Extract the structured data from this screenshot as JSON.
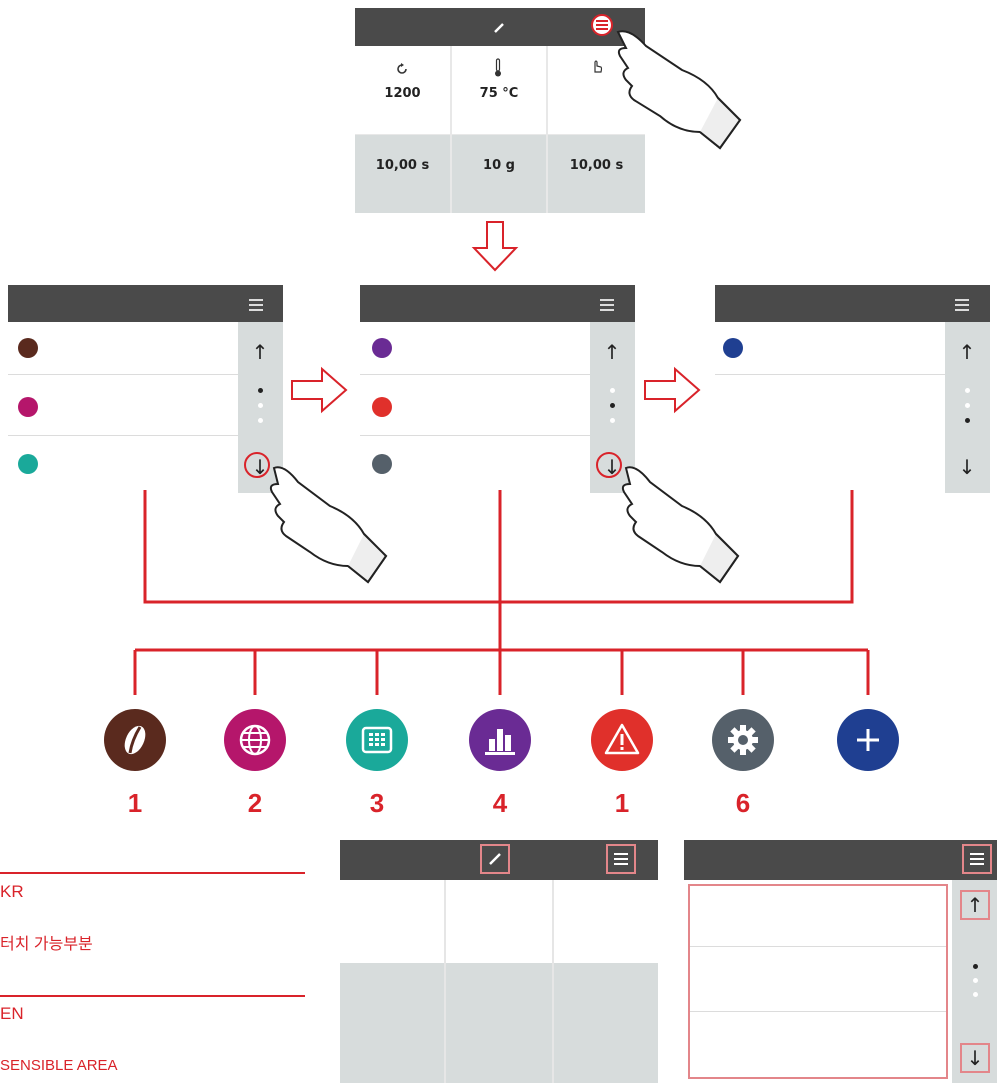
{
  "top_screen": {
    "params": [
      {
        "icon": "rotate-icon",
        "value": "1200"
      },
      {
        "icon": "thermometer-icon",
        "value": "75 °C"
      },
      {
        "icon": "touch-icon",
        "value": ""
      }
    ],
    "bottom_values": [
      "10,00 s",
      "10 g",
      "10,00 s"
    ]
  },
  "menu_pages": [
    {
      "items": [
        {
          "icon": "coffee-bean-icon",
          "color": "#5a2a1e"
        },
        {
          "icon": "globe-icon",
          "color": "#b5166b"
        },
        {
          "icon": "keypad-icon",
          "color": "#1aa99a"
        }
      ],
      "active_dot": 0
    },
    {
      "items": [
        {
          "icon": "bar-chart-icon",
          "color": "#6a2b94"
        },
        {
          "icon": "warning-icon",
          "color": "#e0302b"
        },
        {
          "icon": "gear-icon",
          "color": "#55606a"
        }
      ],
      "active_dot": 1
    },
    {
      "items": [
        {
          "icon": "plus-icon",
          "color": "#1f3f91"
        }
      ],
      "active_dot": 2
    }
  ],
  "nav": {
    "up": "↑",
    "down": "↓"
  },
  "icon_row": [
    {
      "icon": "coffee-bean-icon",
      "color": "#5a2a1e",
      "label": "1"
    },
    {
      "icon": "globe-icon",
      "color": "#b5166b",
      "label": "2"
    },
    {
      "icon": "keypad-icon",
      "color": "#1aa99a",
      "label": "3"
    },
    {
      "icon": "bar-chart-icon",
      "color": "#6a2b94",
      "label": "4"
    },
    {
      "icon": "warning-icon",
      "color": "#e0302b",
      "label": "1"
    },
    {
      "icon": "gear-icon",
      "color": "#55606a",
      "label": "6"
    },
    {
      "icon": "plus-icon",
      "color": "#1f3f91",
      "label": ""
    }
  ],
  "legend": {
    "kr_code": "KR",
    "kr_text": "터치 가능부분",
    "en_code": "EN",
    "en_text": "SENSIBLE AREA"
  },
  "colors": {
    "accent": "#d9232a",
    "bar": "#4a4a4a",
    "side": "#d7dcdc",
    "highlight": "#e3868a"
  }
}
